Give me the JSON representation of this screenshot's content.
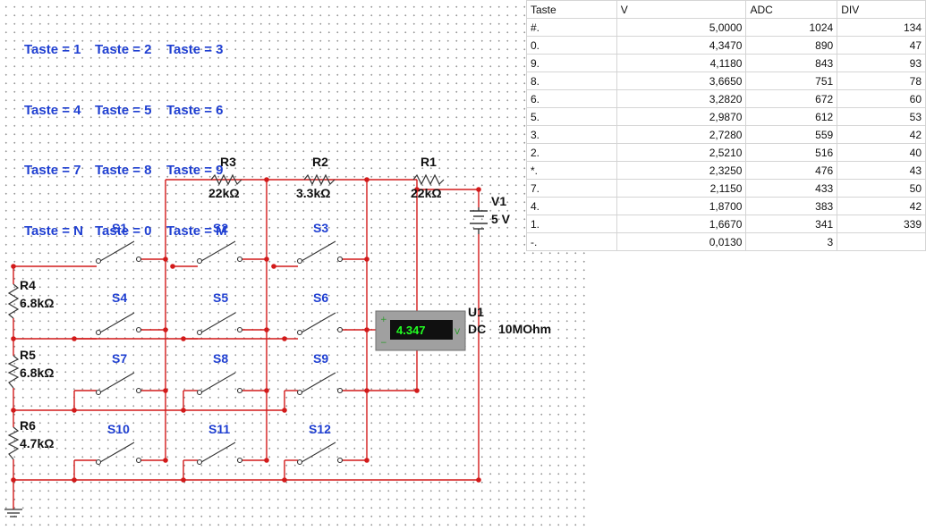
{
  "legend": {
    "rows": [
      [
        "Taste = 1",
        "Taste = 2",
        "Taste = 3"
      ],
      [
        "Taste = 4",
        "Taste = 5",
        "Taste = 6"
      ],
      [
        "Taste = 7",
        "Taste = 8",
        "Taste = 9"
      ],
      [
        "Taste = N",
        "Taste = 0",
        "Taste = M"
      ]
    ]
  },
  "components": {
    "R1": {
      "name": "R1",
      "value": "22kΩ"
    },
    "R2": {
      "name": "R2",
      "value": "3.3kΩ"
    },
    "R3": {
      "name": "R3",
      "value": "22kΩ"
    },
    "R4": {
      "name": "R4",
      "value": "6.8kΩ"
    },
    "R5": {
      "name": "R5",
      "value": "6.8kΩ"
    },
    "R6": {
      "name": "R6",
      "value": "4.7kΩ"
    },
    "V1": {
      "name": "V1",
      "value": "5 V"
    },
    "U1": {
      "name": "U1",
      "mode": "DC",
      "impedance": "10MOhm",
      "reading": "4.347"
    }
  },
  "switches": [
    "S1",
    "S2",
    "S3",
    "S4",
    "S5",
    "S6",
    "S7",
    "S8",
    "S9",
    "S10",
    "S11",
    "S12"
  ],
  "colors": {
    "wire": "#d21a1a",
    "label_blue": "#1f3fd1",
    "meter_body": "#a0a0a0",
    "meter_text": "#22ff22"
  },
  "table": {
    "headers": [
      "Taste",
      "V",
      "ADC",
      "DIV"
    ],
    "rows": [
      [
        "#.",
        "5,0000",
        "1024",
        "134"
      ],
      [
        "0.",
        "4,3470",
        "890",
        "47"
      ],
      [
        "9.",
        "4,1180",
        "843",
        "93"
      ],
      [
        "8.",
        "3,6650",
        "751",
        "78"
      ],
      [
        "6.",
        "3,2820",
        "672",
        "60"
      ],
      [
        "5.",
        "2,9870",
        "612",
        "53"
      ],
      [
        "3.",
        "2,7280",
        "559",
        "42"
      ],
      [
        "2.",
        "2,5210",
        "516",
        "40"
      ],
      [
        "*.",
        "2,3250",
        "476",
        "43"
      ],
      [
        "7.",
        "2,1150",
        "433",
        "50"
      ],
      [
        "4.",
        "1,8700",
        "383",
        "42"
      ],
      [
        "1.",
        "1,6670",
        "341",
        "339"
      ],
      [
        "-.",
        "0,0130",
        "3",
        ""
      ]
    ]
  }
}
